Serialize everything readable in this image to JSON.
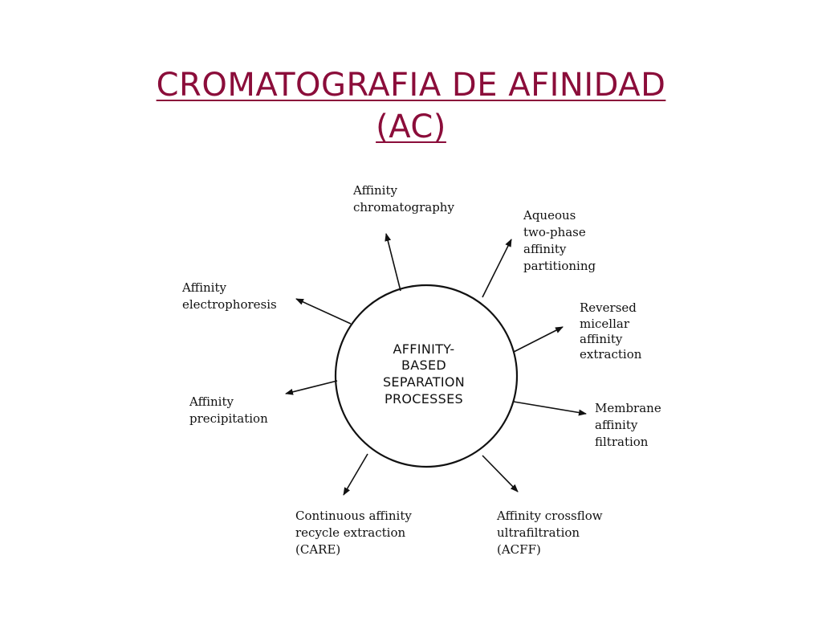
{
  "title": {
    "line1": "CROMATOGRAFIA DE AFINIDAD",
    "line2": "(AC)"
  },
  "colors": {
    "title": "#8b0d3a",
    "ink": "#111111"
  },
  "center": {
    "lines": [
      "AFFINITY-",
      "BASED",
      "SEPARATION",
      "PROCESSES"
    ]
  },
  "processes": [
    {
      "lines": [
        "Affinity",
        "chromatography"
      ]
    },
    {
      "lines": [
        "Aqueous",
        "two-phase",
        "affinity",
        "partitioning"
      ]
    },
    {
      "lines": [
        "Reversed",
        "micellar",
        "affinity",
        "extraction"
      ]
    },
    {
      "lines": [
        "Membrane",
        "affinity",
        "filtration"
      ]
    },
    {
      "lines": [
        "Affinity crossflow",
        "ultrafiltration",
        "(ACFF)"
      ]
    },
    {
      "lines": [
        "Continuous affinity",
        "recycle extraction",
        "(CARE)"
      ]
    },
    {
      "lines": [
        "Affinity",
        "precipitation"
      ]
    },
    {
      "lines": [
        "Affinity",
        "electrophoresis"
      ]
    }
  ]
}
